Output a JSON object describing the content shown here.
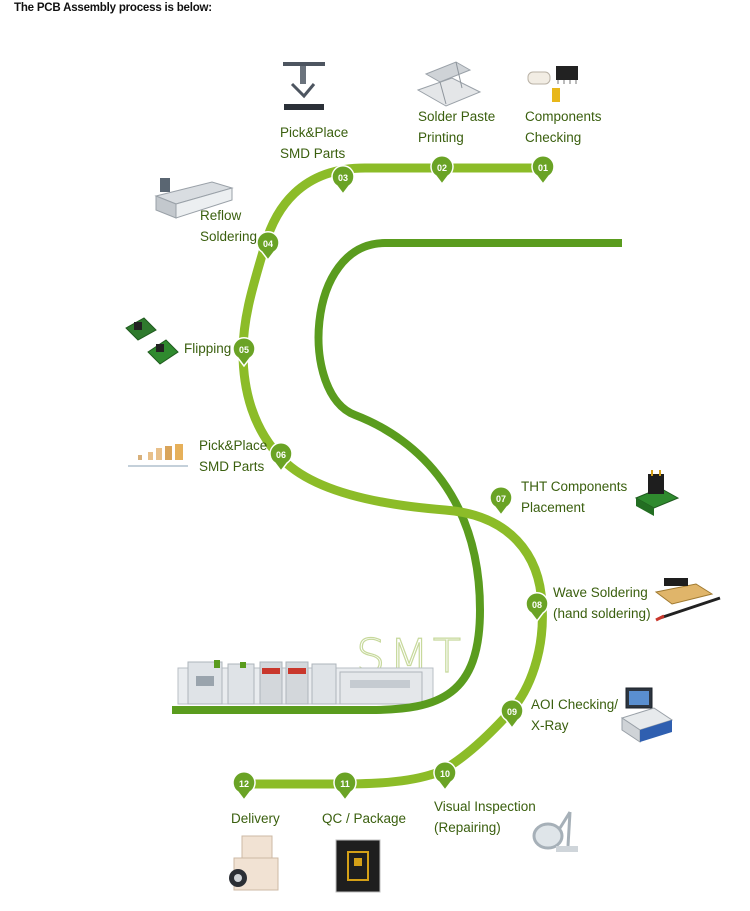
{
  "header": {
    "title": "The PCB Assembly process is below:"
  },
  "colors": {
    "track": "#8cbc28",
    "track_inner": "#5a9c1e",
    "marker": "#6aa325",
    "label": "#3a5f0e"
  },
  "smt_logo": "SMT",
  "steps": [
    {
      "num": "01",
      "lines": [
        "Components",
        "Checking"
      ],
      "icon": "components-icon"
    },
    {
      "num": "02",
      "lines": [
        "Solder Paste",
        "Printing"
      ],
      "icon": "stencil-printer-icon"
    },
    {
      "num": "03",
      "lines": [
        "Pick&Place",
        "SMD Parts"
      ],
      "icon": "pick-place-head-icon"
    },
    {
      "num": "04",
      "lines": [
        "Reflow",
        "Soldering"
      ],
      "icon": "reflow-oven-icon"
    },
    {
      "num": "05",
      "lines": [
        "Flipping"
      ],
      "icon": "pcb-flip-icon"
    },
    {
      "num": "06",
      "lines": [
        "Pick&Place",
        "SMD Parts"
      ],
      "icon": "smd-parts-icon"
    },
    {
      "num": "07",
      "lines": [
        "THT Components",
        "Placement"
      ],
      "icon": "tht-connector-icon"
    },
    {
      "num": "08",
      "lines": [
        "Wave Soldering",
        "(hand soldering)"
      ],
      "icon": "soldering-iron-icon"
    },
    {
      "num": "09",
      "lines": [
        "AOI Checking/",
        "X-Ray"
      ],
      "icon": "aoi-machine-icon"
    },
    {
      "num": "10",
      "lines": [
        "Visual Inspection",
        "(Repairing)"
      ],
      "icon": "magnifier-lamp-icon"
    },
    {
      "num": "11",
      "lines": [
        "QC / Package"
      ],
      "icon": "package-icon"
    },
    {
      "num": "12",
      "lines": [
        "Delivery"
      ],
      "icon": "delivery-box-icon"
    }
  ]
}
